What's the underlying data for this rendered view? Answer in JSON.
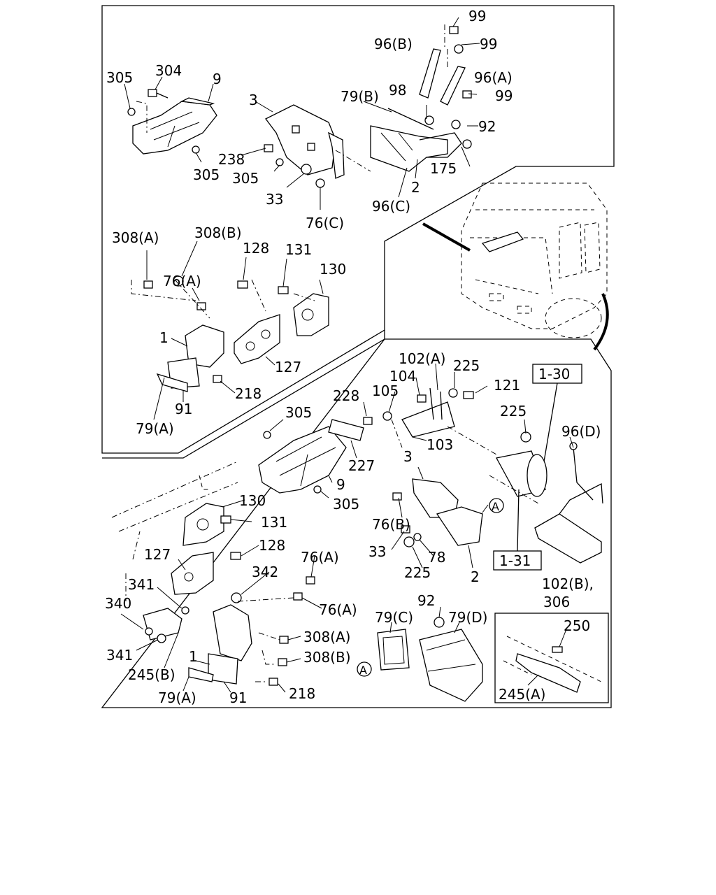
{
  "labels": {
    "l99a": "99",
    "l99b": "99",
    "l99c": "99",
    "l96b": "96(B)",
    "l96a": "96(A)",
    "l96c": "96(C)",
    "l79b": "79(B)",
    "l98": "98",
    "l92": "92",
    "l175": "175",
    "l2a": "2",
    "l305a": "305",
    "l304": "304",
    "l9a": "9",
    "l305b": "305",
    "l3a": "3",
    "l238": "238",
    "l305c": "305",
    "l33a": "33",
    "l76c": "76(C)",
    "l308a1": "308(A)",
    "l308b1": "308(B)",
    "l128a": "128",
    "l131a": "131",
    "l130a": "130",
    "l76a1": "76(A)",
    "l1a": "1",
    "l127a": "127",
    "l218a": "218",
    "l91a": "91",
    "l79a1": "79(A)",
    "l102a": "102(A)",
    "l104": "104",
    "l225a": "225",
    "l121": "121",
    "l105": "105",
    "l228": "228",
    "l225b": "225",
    "l103": "103",
    "l96d": "96(D)",
    "l305d": "305",
    "l227": "227",
    "l9b": "9",
    "l305e": "305",
    "l3b": "3",
    "l76b": "76(B)",
    "l33b": "33",
    "l78": "78",
    "l225c": "225",
    "l2b": "2",
    "l102b": "102(B),",
    "l306": "306",
    "l130b": "130",
    "l131b": "131",
    "l128b": "128",
    "l127b": "127",
    "l341a": "341",
    "l342": "342",
    "l76a2": "76(A)",
    "l76a3": "76(A)",
    "l340": "340",
    "l341b": "341",
    "l245b": "245(B)",
    "l1b": "1",
    "l79a2": "79(A)",
    "l91b": "91",
    "l308a2": "308(A)",
    "l308b2": "308(B)",
    "l218b": "218",
    "l92b": "92",
    "l79c": "79(C)",
    "l79d": "79(D)",
    "l250": "250",
    "l245a": "245(A)",
    "ref130": "1-30",
    "ref131": "1-31",
    "circA1": "A",
    "circA2": "A"
  }
}
